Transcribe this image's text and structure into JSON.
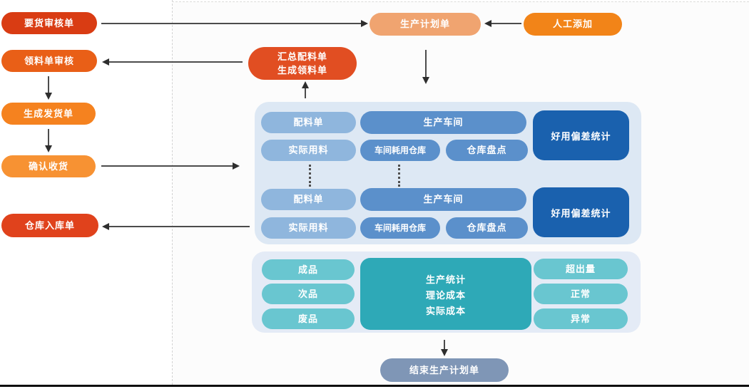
{
  "diagram": {
    "left_flow": [
      {
        "label": "要货审核单"
      },
      {
        "label": "领料单审核"
      },
      {
        "label": "生成发货单"
      },
      {
        "label": "确认收货"
      },
      {
        "label": "仓库入库单"
      }
    ],
    "top": {
      "production_plan": "生产计划单",
      "manual_add": "人工添加",
      "summary_line1": "汇总配料单",
      "summary_line2": "生成领料单"
    },
    "workshop_panel": {
      "groups": [
        {
          "ingredient_list": "配料单",
          "actual_usage": "实际用料",
          "workshop": "生产车间",
          "workshop_consume_warehouse": "车间耗用仓库",
          "warehouse_check": "仓库盘点",
          "deviation_stats": "好用偏差统计"
        },
        {
          "ingredient_list": "配料单",
          "actual_usage": "实际用料",
          "workshop": "生产车间",
          "workshop_consume_warehouse": "车间耗用仓库",
          "warehouse_check": "仓库盘点",
          "deviation_stats": "好用偏差统计"
        }
      ]
    },
    "stats_panel": {
      "left": [
        "成品",
        "次品",
        "废品"
      ],
      "center": [
        "生产统计",
        "理论成本",
        "实际成本"
      ],
      "right": [
        "超出量",
        "正常",
        "异常"
      ]
    },
    "end_node": {
      "label": "结束生产计划单"
    },
    "colors": {
      "goods_request_review": "#d93c13",
      "material_request_review": "#e95f17",
      "create_delivery_note": "#f5821f",
      "confirm_receipt": "#f79233",
      "warehouse_inbound": "#e0421c",
      "production_plan": "#f0a470",
      "manual_add": "#f28418",
      "summary_pill": "#e14e22",
      "workshop_panel_bg": "#dde8f4",
      "light_blue_pill": "#8fb6dd",
      "blue_pill": "#5b90cb",
      "dark_blue_box": "#1a61ae",
      "stats_panel_bg": "#e4ebf6",
      "teal_pill": "#69c6d0",
      "teal_box": "#2ea9b7",
      "end_pill": "#7f96b6",
      "arrow": "#4c4c4c",
      "dashed_line": "#d2d2d2"
    }
  }
}
